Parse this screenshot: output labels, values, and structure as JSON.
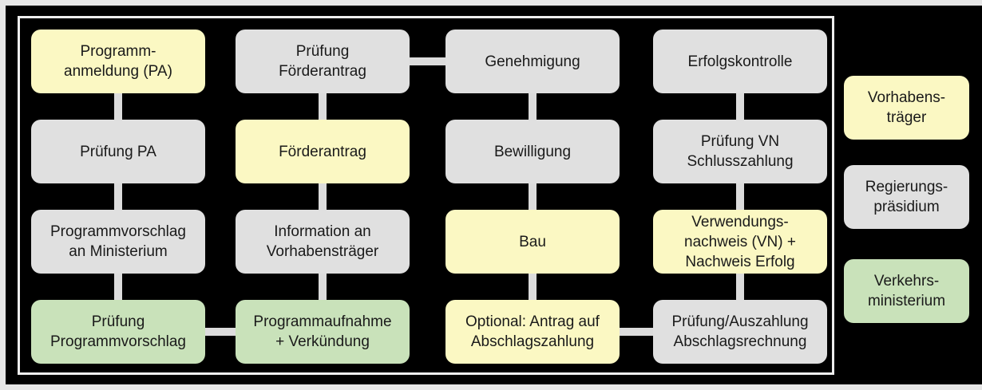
{
  "palette": {
    "vorhabenstraeger": "#fbf8c3",
    "regierungspraesidium": "#e0e0e0",
    "verkehrsministerium": "#c9e2ba",
    "connector": "#dcdcdc",
    "frame_border": "#ededed",
    "canvas": "#000000",
    "page_background": "#e6e6e6",
    "text": "#1a1a1a"
  },
  "flow": {
    "columns": [
      {
        "boxes": [
          {
            "label": "Programm-\nanmeldung (PA)",
            "role": "vorhabenstraeger"
          },
          {
            "label": "Prüfung PA",
            "role": "regierungspraesidium"
          },
          {
            "label": "Programmvorschlag\nan Ministerium",
            "role": "regierungspraesidium"
          },
          {
            "label": "Prüfung\nProgrammvorschlag",
            "role": "verkehrsministerium"
          }
        ]
      },
      {
        "boxes": [
          {
            "label": "Prüfung\nFörderantrag",
            "role": "regierungspraesidium"
          },
          {
            "label": "Förderantrag",
            "role": "vorhabenstraeger"
          },
          {
            "label": "Information an\nVorhabensträger",
            "role": "regierungspraesidium"
          },
          {
            "label": "Programmaufnahme\n+ Verkündung",
            "role": "verkehrsministerium"
          }
        ]
      },
      {
        "boxes": [
          {
            "label": "Genehmigung",
            "role": "regierungspraesidium"
          },
          {
            "label": "Bewilligung",
            "role": "regierungspraesidium"
          },
          {
            "label": "Bau",
            "role": "vorhabenstraeger"
          },
          {
            "label": "Optional: Antrag auf\nAbschlagszahlung",
            "role": "vorhabenstraeger"
          }
        ]
      },
      {
        "boxes": [
          {
            "label": "Erfolgskontrolle",
            "role": "regierungspraesidium"
          },
          {
            "label": "Prüfung VN\nSchlusszahlung",
            "role": "regierungspraesidium"
          },
          {
            "label": "Verwendungs-\nnachweis (VN) +\nNachweis Erfolg",
            "role": "vorhabenstraeger"
          },
          {
            "label": "Prüfung/Auszahlung\nAbschlagsrechnung",
            "role": "regierungspraesidium"
          }
        ]
      }
    ]
  },
  "legend": {
    "items": [
      {
        "label": "Vorhabens-\nträger",
        "role": "vorhabenstraeger"
      },
      {
        "label": "Regierungs-\npräsidium",
        "role": "regierungspraesidium"
      },
      {
        "label": "Verkehrs-\nministerium",
        "role": "verkehrsministerium"
      }
    ]
  }
}
